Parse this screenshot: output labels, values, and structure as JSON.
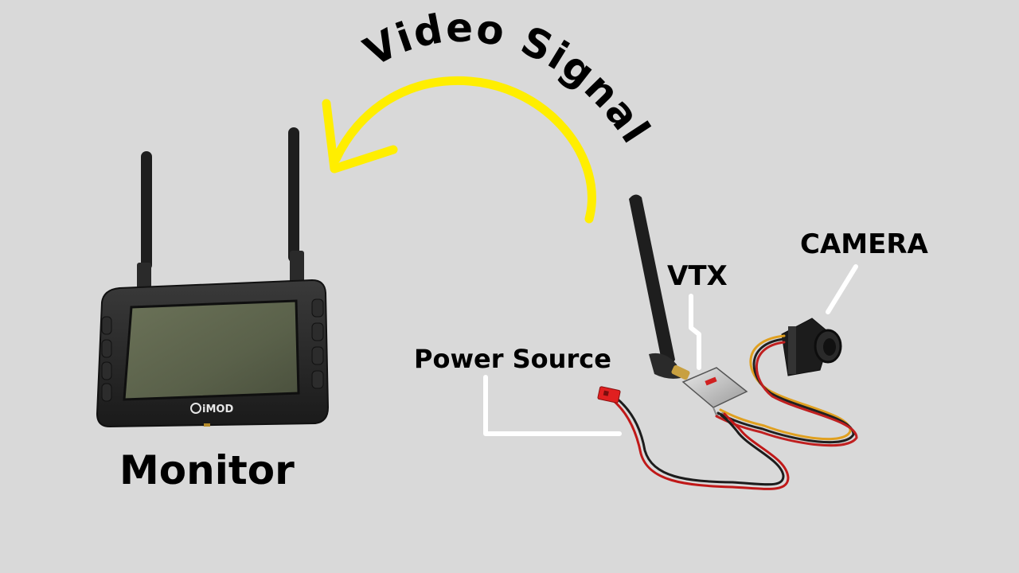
{
  "colors": {
    "background": "#d9d9d9",
    "signal_arrow": "#ffee00",
    "pointer_lines": "#ffffff",
    "text": "#000000"
  },
  "labels": {
    "signal": "Video Signal",
    "monitor": "Monitor",
    "vtx": "VTX",
    "camera": "CAMERA",
    "power": "Power Source"
  },
  "monitor": {
    "brand": "iMOD",
    "brand_icon": "9-logo-icon"
  },
  "icons": {
    "signal_arrow": "curved-arrow-icon"
  }
}
